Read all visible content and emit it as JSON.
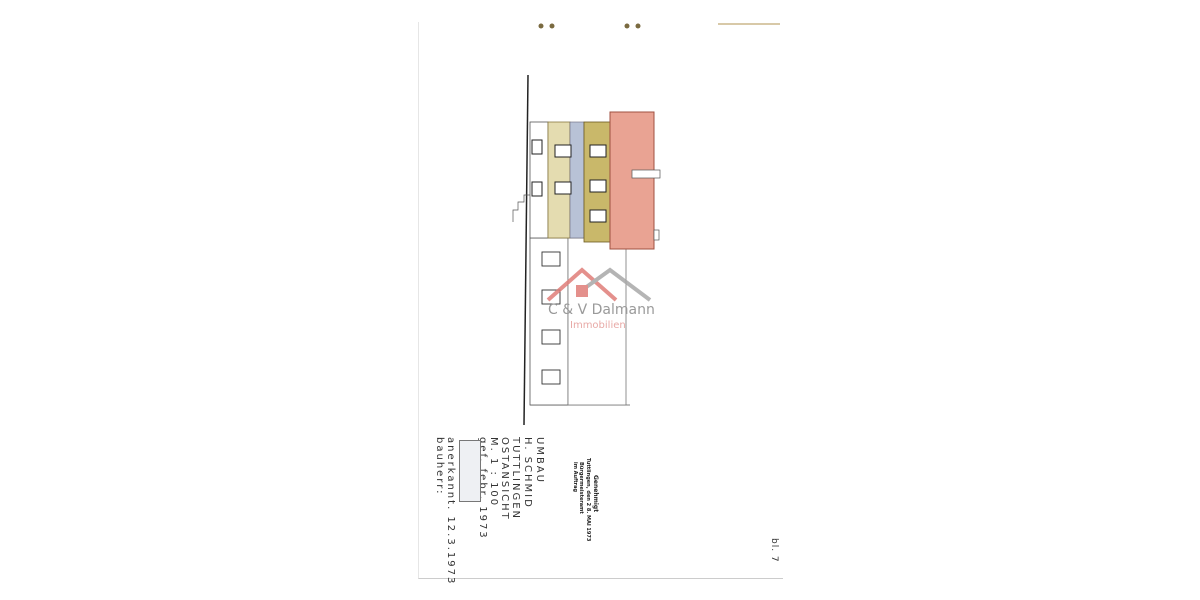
{
  "title_block": {
    "lines": [
      "UMBAU",
      "H. SCHMID",
      "TUTTLINGEN",
      "OSTANSICHT",
      "M. 1 : 100",
      "gef. febr. 1973"
    ],
    "approved": "anerkannt.  12.3.1973",
    "owner": "bauherr:"
  },
  "stamp": {
    "lines": [
      "Genehmigt",
      "Tuttlingen, den 2 8. MAI 1973",
      "Bürgermeisteramt",
      "im Auftrag"
    ]
  },
  "sheet_number": "bl. 7",
  "watermark": {
    "name": "C & V Dalmann",
    "sub": "Immobilien"
  },
  "colors": {
    "roof": "#e9a393",
    "timber": "#c9b86a",
    "glass": "#b8c2d6",
    "watermark_red": "#e07d78",
    "watermark_grey": "#9a9a9a"
  }
}
